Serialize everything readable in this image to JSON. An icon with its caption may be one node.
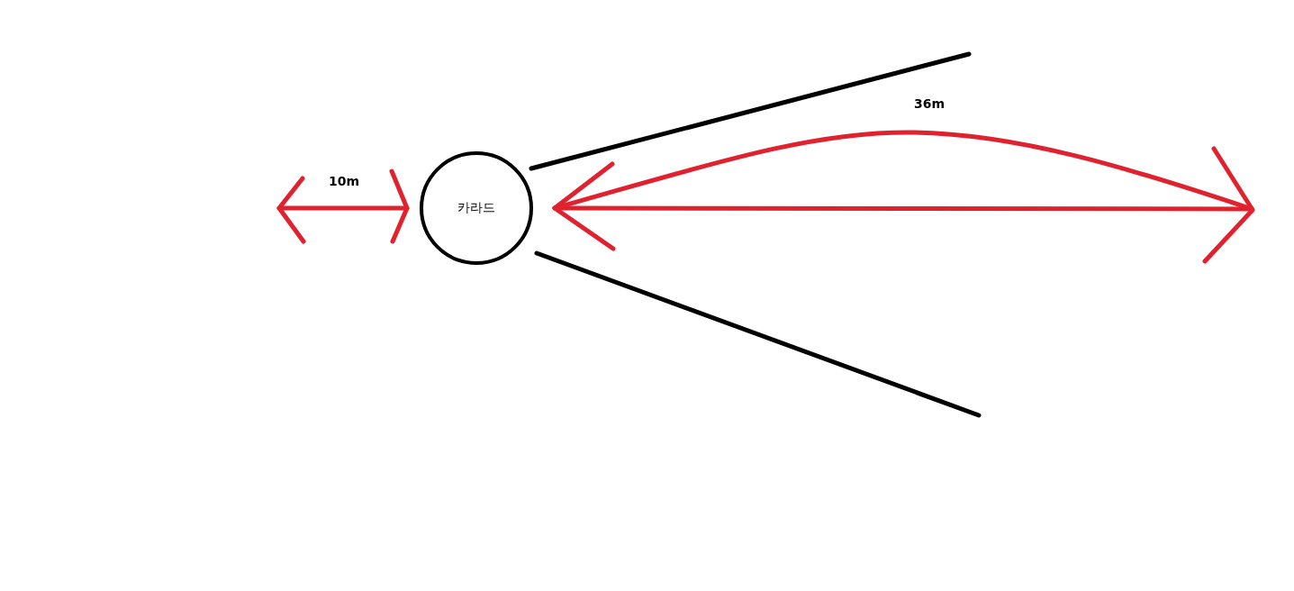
{
  "diagram": {
    "nodes": [
      {
        "text": [
          "카라드"
        ]
      }
    ],
    "labels": [
      "10m",
      "36m"
    ]
  }
}
